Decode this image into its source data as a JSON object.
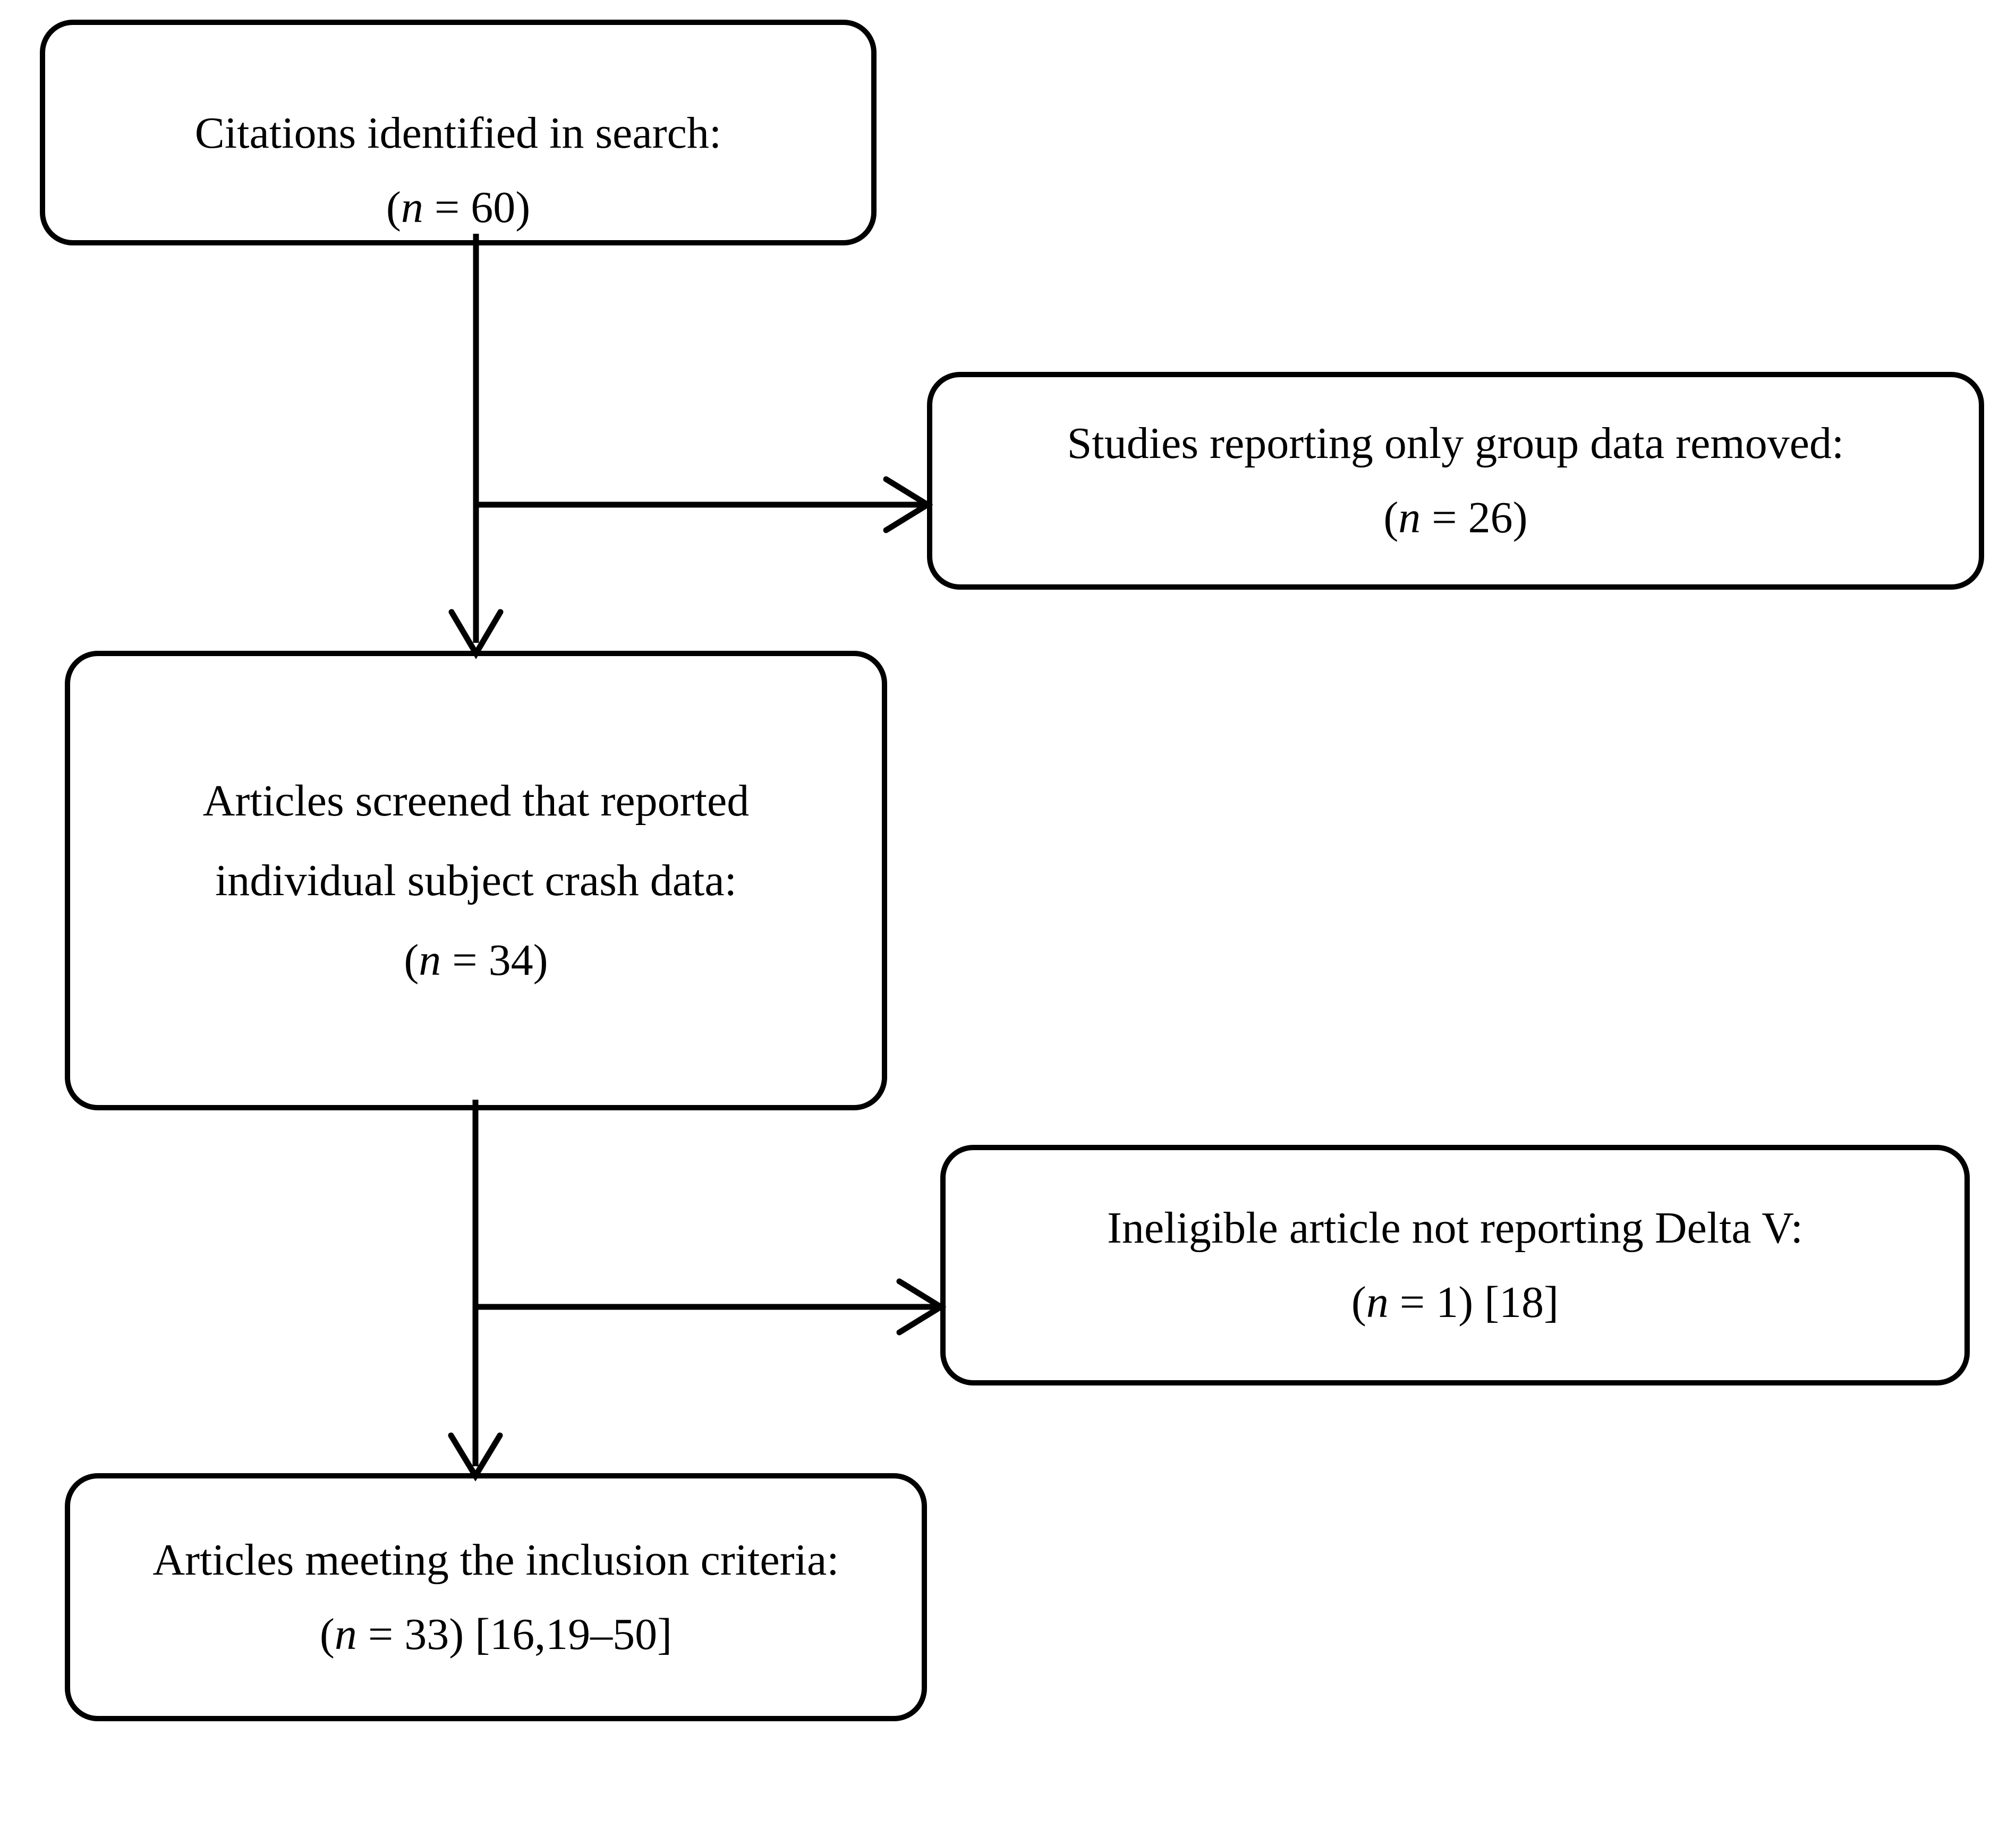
{
  "diagram": {
    "type": "prisma-flow-diagram",
    "orientation": "vertical",
    "stroke_color": "#000000",
    "background_color": "#ffffff",
    "nodes": [
      {
        "id": "identified",
        "label": "Citations identified in search:",
        "count_prefix": "(",
        "count_symbol": "n",
        "count_eq": " = ",
        "count_value": "60",
        "count_suffix": ")",
        "count_line": "(n = 60)",
        "refs": ""
      },
      {
        "id": "group-removed",
        "label": "Studies reporting only group data removed:",
        "count_prefix": "(",
        "count_symbol": "n",
        "count_eq": " = ",
        "count_value": "26",
        "count_suffix": ")",
        "count_line": "(n = 26)",
        "refs": ""
      },
      {
        "id": "screened",
        "label_line_1": "Articles screened that reported",
        "label_line_2": "individual subject crash data:",
        "count_prefix": "(",
        "count_symbol": "n",
        "count_eq": " = ",
        "count_value": "34",
        "count_suffix": ")",
        "count_line": "(n = 34)",
        "refs": ""
      },
      {
        "id": "ineligible",
        "label": "Ineligible article not reporting Delta V:",
        "count_prefix": "(",
        "count_symbol": "n",
        "count_eq": " = ",
        "count_value": "1",
        "count_suffix": ")",
        "count_line": "(n = 1) [18]",
        "refs": " [18]"
      },
      {
        "id": "included",
        "label": "Articles meeting the inclusion criteria:",
        "count_prefix": "(",
        "count_symbol": "n",
        "count_eq": " = ",
        "count_value": "33",
        "count_suffix": ")",
        "count_line": "(n = 33) [16,19–50]",
        "refs": " [16,19–50]"
      }
    ],
    "edges": [
      {
        "id": "identified-to-screened",
        "from": "identified",
        "to": "screened",
        "direction": "down",
        "arrow": true
      },
      {
        "id": "identified-to-removed",
        "from": "identified",
        "to": "group-removed",
        "direction": "right",
        "arrow": true
      },
      {
        "id": "screened-to-included",
        "from": "screened",
        "to": "included",
        "direction": "down",
        "arrow": true
      },
      {
        "id": "screened-to-ineligible",
        "from": "screened",
        "to": "ineligible",
        "direction": "right",
        "arrow": true
      }
    ]
  }
}
